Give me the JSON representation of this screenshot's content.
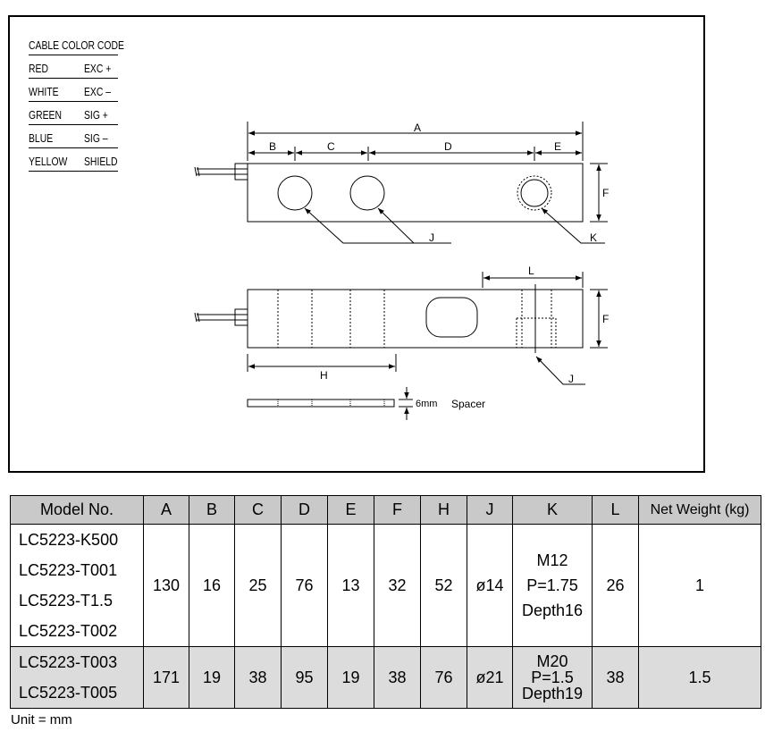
{
  "legend": {
    "title": "CABLE COLOR CODE",
    "rows": [
      {
        "color": "RED",
        "signal": "EXC +"
      },
      {
        "color": "WHITE",
        "signal": "EXC –"
      },
      {
        "color": "GREEN",
        "signal": "SIG +"
      },
      {
        "color": "BLUE",
        "signal": "SIG –"
      },
      {
        "color": "YELLOW",
        "signal": "SHIELD"
      }
    ]
  },
  "drawing": {
    "labels": {
      "A": "A",
      "B": "B",
      "C": "C",
      "D": "D",
      "E": "E",
      "F": "F",
      "F2": "F",
      "J": "J",
      "J2": "J",
      "K": "K",
      "L": "L",
      "H": "H"
    },
    "spacer_thickness": "6mm",
    "spacer_label": "Spacer"
  },
  "table": {
    "headers": [
      "Model No.",
      "A",
      "B",
      "C",
      "D",
      "E",
      "F",
      "H",
      "J",
      "K",
      "L",
      "Net Weight (kg)"
    ],
    "group1": {
      "models": [
        "LC5223-K500",
        "LC5223-T001",
        "LC5223-T1.5",
        "LC5223-T002"
      ],
      "A": "130",
      "B": "16",
      "C": "25",
      "D": "76",
      "E": "13",
      "F": "32",
      "H": "52",
      "J": "ø14",
      "K": [
        "M12",
        "P=1.75",
        "Depth16"
      ],
      "L": "26",
      "weight": "1"
    },
    "group2": {
      "models": [
        "LC5223-T003",
        "LC5223-T005"
      ],
      "A": "171",
      "B": "19",
      "C": "38",
      "D": "95",
      "E": "19",
      "F": "38",
      "H": "76",
      "J": "ø21",
      "K": [
        "M20",
        "P=1.5",
        "Depth19"
      ],
      "L": "38",
      "weight": "1.5"
    }
  },
  "unit_note": "Unit = mm"
}
